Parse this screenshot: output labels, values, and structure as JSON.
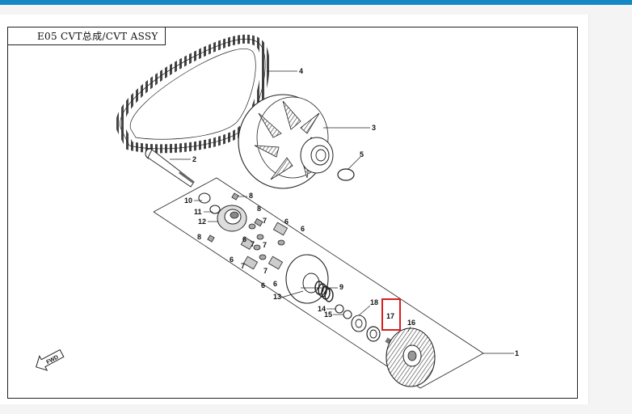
{
  "diagram": {
    "title": "E05 CVT总成/CVT ASSY",
    "fwd_label": "FWD",
    "highlight_color": "#d81e1e",
    "callouts": [
      {
        "id": "1",
        "label": "1"
      },
      {
        "id": "2",
        "label": "2"
      },
      {
        "id": "3",
        "label": "3"
      },
      {
        "id": "4",
        "label": "4"
      },
      {
        "id": "5",
        "label": "5"
      },
      {
        "id": "6a",
        "label": "6"
      },
      {
        "id": "6b",
        "label": "6"
      },
      {
        "id": "6c",
        "label": "6"
      },
      {
        "id": "6d",
        "label": "6"
      },
      {
        "id": "6e",
        "label": "6"
      },
      {
        "id": "6f",
        "label": "6"
      },
      {
        "id": "7a",
        "label": "7"
      },
      {
        "id": "7b",
        "label": "7"
      },
      {
        "id": "7c",
        "label": "7"
      },
      {
        "id": "7d",
        "label": "7"
      },
      {
        "id": "7e",
        "label": "7"
      },
      {
        "id": "8a",
        "label": "8"
      },
      {
        "id": "8b",
        "label": "8"
      },
      {
        "id": "8c",
        "label": "8"
      },
      {
        "id": "9",
        "label": "9"
      },
      {
        "id": "10",
        "label": "10"
      },
      {
        "id": "11",
        "label": "11"
      },
      {
        "id": "12",
        "label": "12"
      },
      {
        "id": "13",
        "label": "13"
      },
      {
        "id": "14",
        "label": "14"
      },
      {
        "id": "15",
        "label": "15"
      },
      {
        "id": "16",
        "label": "16"
      },
      {
        "id": "17",
        "label": "17"
      },
      {
        "id": "18",
        "label": "18"
      }
    ]
  }
}
